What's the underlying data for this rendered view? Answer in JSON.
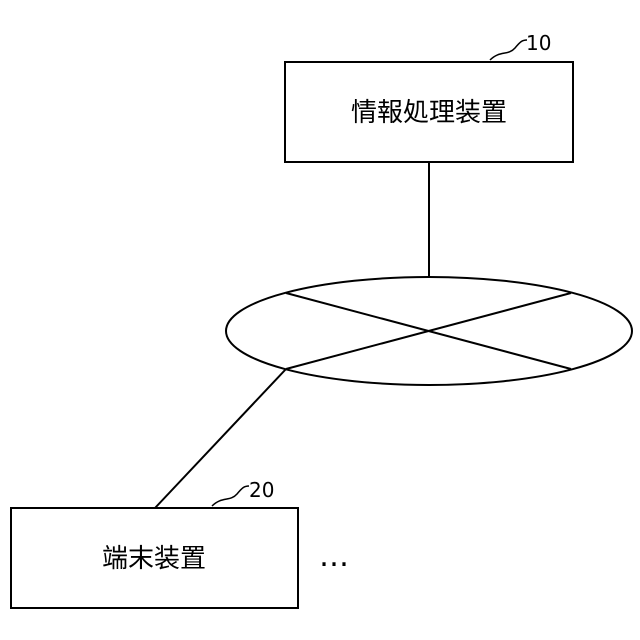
{
  "info_processing_device": {
    "label": "情報処理装置",
    "ref": "10"
  },
  "terminal_device": {
    "label": "端末装置",
    "ref": "20"
  },
  "ellipsis": "…",
  "colors": {
    "line": "#000000",
    "background": "#ffffff"
  }
}
